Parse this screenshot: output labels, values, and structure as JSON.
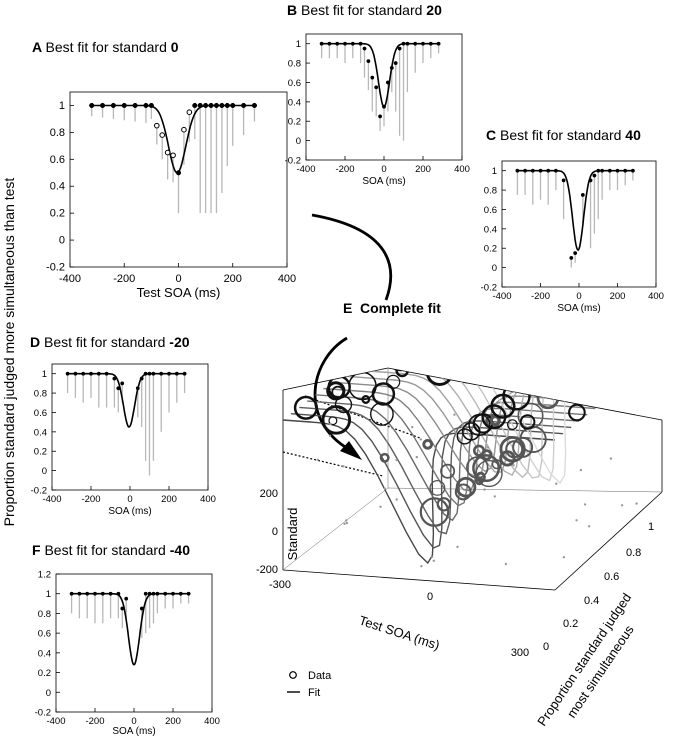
{
  "shared_ylabel": "Proportion standard judged more simultaneous than test",
  "chart_data": [
    {
      "id": "A",
      "type": "line",
      "letter": "A",
      "title_prefix": "Best fit for standard ",
      "title_value": "0",
      "xlabel": "Test SOA (ms)",
      "ylabel": "",
      "xlim": [
        -400,
        400
      ],
      "ylim": [
        -0.2,
        1.1
      ],
      "xticks": [
        -400,
        -200,
        0,
        200,
        400
      ],
      "yticks": [
        -0.2,
        0,
        0.2,
        0.4,
        0.6,
        0.8,
        1
      ],
      "fit": {
        "baseline": 1.0,
        "depth": 0.5,
        "center": -5,
        "width": 45
      },
      "points": {
        "x": [
          -320,
          -280,
          -240,
          -200,
          -160,
          -120,
          -100,
          -80,
          -60,
          -40,
          -20,
          0,
          20,
          40,
          60,
          80,
          100,
          120,
          140,
          160,
          180,
          200,
          240,
          280
        ],
        "y": [
          1,
          1,
          1,
          1,
          1,
          1,
          1,
          0.85,
          0.78,
          0.65,
          0.63,
          0.5,
          0.82,
          0.95,
          1,
          1,
          1,
          1,
          1,
          1,
          1,
          1,
          1,
          1
        ],
        "open": [
          false,
          false,
          false,
          false,
          false,
          false,
          false,
          true,
          true,
          true,
          true,
          false,
          true,
          true,
          false,
          false,
          false,
          false,
          false,
          false,
          false,
          false,
          false,
          false
        ],
        "err": [
          0.08,
          0.09,
          0.1,
          0.11,
          0.12,
          0.13,
          0.1,
          0.14,
          0.18,
          0.2,
          0.2,
          0.3,
          0.26,
          0.22,
          0.25,
          0.8,
          0.8,
          0.8,
          0.8,
          0.65,
          0.45,
          0.3,
          0.22,
          0.12
        ]
      }
    },
    {
      "id": "B",
      "type": "line",
      "letter": "B",
      "title_prefix": "Best fit for standard ",
      "title_value": "20",
      "xlabel": "SOA (ms)",
      "ylabel": "",
      "xlim": [
        -400,
        400
      ],
      "ylim": [
        -0.2,
        1.1
      ],
      "xticks": [
        -400,
        -200,
        0,
        200,
        400
      ],
      "yticks": [
        -0.2,
        0,
        0.2,
        0.4,
        0.6,
        0.8,
        1
      ],
      "fit": {
        "baseline": 1.0,
        "depth": 0.65,
        "center": 0,
        "width": 40
      },
      "points": {
        "x": [
          -320,
          -280,
          -240,
          -200,
          -160,
          -120,
          -100,
          -80,
          -60,
          -40,
          -20,
          0,
          20,
          40,
          60,
          80,
          100,
          120,
          160,
          200,
          240,
          280
        ],
        "y": [
          1,
          1,
          1,
          1,
          1,
          1,
          0.95,
          0.82,
          0.65,
          0.55,
          0.25,
          0.35,
          0.6,
          0.75,
          0.8,
          0.95,
          1,
          1,
          1,
          1,
          1,
          1
        ],
        "open": [
          false,
          false,
          false,
          false,
          false,
          false,
          false,
          false,
          false,
          false,
          false,
          false,
          false,
          false,
          false,
          false,
          false,
          false,
          false,
          false,
          false,
          false
        ],
        "err": [
          0.15,
          0.15,
          0.15,
          0.2,
          0.15,
          0.2,
          0.3,
          0.3,
          0.35,
          0.3,
          0.15,
          0.2,
          0.3,
          0.25,
          0.5,
          0.9,
          1.0,
          0.5,
          0.3,
          0.2,
          0.15,
          0.1
        ]
      }
    },
    {
      "id": "C",
      "type": "line",
      "letter": "C",
      "title_prefix": "Best fit for standard ",
      "title_value": "40",
      "xlabel": "SOA (ms)",
      "ylabel": "",
      "xlim": [
        -400,
        400
      ],
      "ylim": [
        -0.2,
        1.1
      ],
      "xticks": [
        -400,
        -200,
        0,
        200,
        400
      ],
      "yticks": [
        -0.2,
        0,
        0.2,
        0.4,
        0.6,
        0.8,
        1
      ],
      "fit": {
        "baseline": 1.0,
        "depth": 0.82,
        "center": -5,
        "width": 40
      },
      "points": {
        "x": [
          -320,
          -280,
          -240,
          -200,
          -160,
          -120,
          -80,
          -40,
          -20,
          20,
          60,
          80,
          100,
          120,
          160,
          200,
          240,
          280
        ],
        "y": [
          1,
          1,
          1,
          1,
          1,
          1,
          0.9,
          0.1,
          0.15,
          0.75,
          0.9,
          0.95,
          1,
          1,
          1,
          1,
          1,
          1
        ],
        "open": [
          false,
          false,
          false,
          false,
          false,
          false,
          false,
          false,
          false,
          false,
          false,
          false,
          false,
          false,
          false,
          false,
          false,
          false
        ],
        "err": [
          0.25,
          0.25,
          0.35,
          0.3,
          0.35,
          0.2,
          0.4,
          0.1,
          0.1,
          0.3,
          0.7,
          0.6,
          0.5,
          0.3,
          0.2,
          0.2,
          0.15,
          0.1
        ]
      }
    },
    {
      "id": "D",
      "type": "line",
      "letter": "D",
      "title_prefix": "Best fit for standard ",
      "title_value": "-20",
      "xlabel": "SOA (ms)",
      "ylabel": "",
      "xlim": [
        -400,
        400
      ],
      "ylim": [
        -0.2,
        1.1
      ],
      "xticks": [
        -400,
        -200,
        0,
        200,
        400
      ],
      "yticks": [
        -0.2,
        0,
        0.2,
        0.4,
        0.6,
        0.8,
        1
      ],
      "fit": {
        "baseline": 1.0,
        "depth": 0.55,
        "center": -5,
        "width": 40
      },
      "points": {
        "x": [
          -320,
          -280,
          -240,
          -200,
          -160,
          -120,
          -80,
          -60,
          -40,
          40,
          60,
          80,
          100,
          120,
          160,
          200,
          240,
          280
        ],
        "y": [
          1,
          1,
          1,
          1,
          1,
          1,
          0.95,
          0.85,
          0.9,
          0.85,
          0.95,
          1,
          1,
          1,
          1,
          1,
          1,
          1
        ],
        "open": [
          false,
          false,
          false,
          false,
          false,
          false,
          false,
          false,
          false,
          false,
          false,
          false,
          false,
          false,
          false,
          false,
          false,
          false
        ],
        "err": [
          0.2,
          0.25,
          0.3,
          0.25,
          0.35,
          0.35,
          0.3,
          0.25,
          0.2,
          0.3,
          0.5,
          0.9,
          1.05,
          0.9,
          0.6,
          0.4,
          0.3,
          0.2
        ]
      }
    },
    {
      "id": "F",
      "type": "line",
      "letter": "F",
      "title_prefix": "Best fit for standard ",
      "title_value": "-40",
      "xlabel": "SOA (ms)",
      "ylabel": "",
      "xlim": [
        -400,
        400
      ],
      "ylim": [
        -0.2,
        1.2
      ],
      "xticks": [
        -400,
        -200,
        0,
        200,
        400
      ],
      "yticks": [
        -0.2,
        0,
        0.2,
        0.4,
        0.6,
        0.8,
        1,
        1.2
      ],
      "fit": {
        "baseline": 1.0,
        "depth": 0.72,
        "center": 0,
        "width": 40
      },
      "points": {
        "x": [
          -320,
          -280,
          -240,
          -200,
          -160,
          -120,
          -80,
          -60,
          -40,
          40,
          60,
          80,
          100,
          120,
          160,
          200,
          240,
          280
        ],
        "y": [
          1,
          1,
          1,
          1,
          1,
          1,
          1,
          0.85,
          0.95,
          0.85,
          1,
          1,
          1,
          1,
          1,
          1,
          1,
          1
        ],
        "open": [
          false,
          false,
          false,
          false,
          false,
          false,
          false,
          false,
          false,
          false,
          false,
          false,
          false,
          false,
          false,
          false,
          false,
          false
        ],
        "err": [
          0.2,
          0.25,
          0.25,
          0.3,
          0.3,
          0.25,
          0.25,
          0.2,
          0.2,
          0.3,
          0.4,
          0.35,
          0.3,
          0.2,
          0.15,
          0.15,
          0.1,
          0.1
        ]
      }
    },
    {
      "id": "E",
      "type": "scatter",
      "letter": "E",
      "title": "Complete fit",
      "xlabel": "Test SOA (ms)",
      "ylabel": "Standard",
      "zlabel_line1": "Proportion standard judged",
      "zlabel_line2": "most simultaneous",
      "xticks": [
        "-300",
        "0",
        "300"
      ],
      "yticks": [
        "200",
        "0",
        "-200"
      ],
      "zticks": [
        "0",
        "0.2",
        "0.4",
        "0.6",
        "0.8",
        "1"
      ],
      "legend": {
        "data": "Data",
        "fit": "Fit"
      }
    }
  ]
}
